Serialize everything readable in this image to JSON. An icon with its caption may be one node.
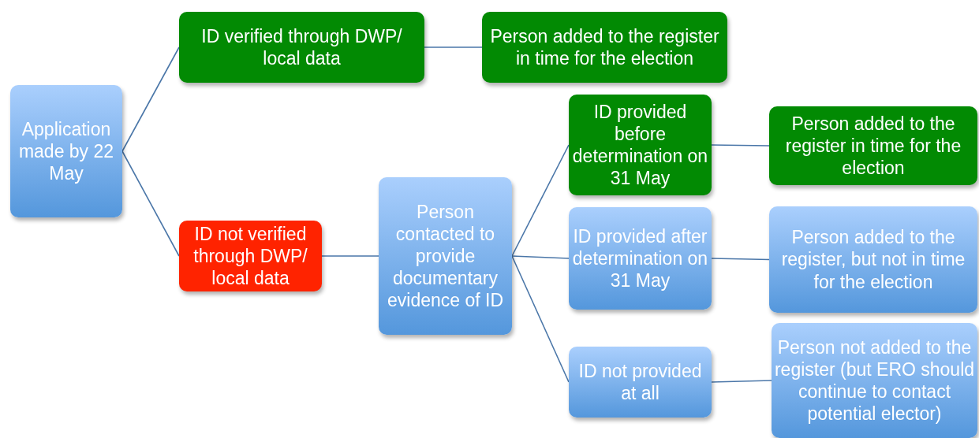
{
  "diagram": {
    "nodes": [
      {
        "text": [
          "Application made by 22 May"
        ]
      },
      {
        "text": [
          "ID verified through DWP/ local data"
        ]
      },
      {
        "text": [
          "Person added to the register in time for the election"
        ]
      },
      {
        "text": [
          "ID not verified through DWP/ local data"
        ]
      },
      {
        "text": [
          "Person contacted to provide documentary evidence of ID"
        ]
      },
      {
        "text": [
          "ID provided before determination on 31 May"
        ]
      },
      {
        "text": [
          "Person added to the register in time for the election"
        ]
      },
      {
        "text": [
          "ID provided after determination on 31 May"
        ]
      },
      {
        "text": [
          "Person added to the register, but not in time for the election"
        ]
      },
      {
        "text": [
          "ID not provided at all"
        ]
      },
      {
        "text": [
          "Person not added to the register (but ERO should continue to contact potential elector)"
        ]
      }
    ],
    "edges": [
      {
        "from": 0,
        "to": 1,
        "arrow": "none"
      },
      {
        "from": 0,
        "to": 3,
        "arrow": "none"
      },
      {
        "from": 1,
        "to": 2,
        "arrow": "none"
      },
      {
        "from": 3,
        "to": 4,
        "arrow": "none"
      },
      {
        "from": 4,
        "to": 5,
        "arrow": "none"
      },
      {
        "from": 4,
        "to": 7,
        "arrow": "none"
      },
      {
        "from": 4,
        "to": 9,
        "arrow": "none"
      },
      {
        "from": 5,
        "to": 6,
        "arrow": "none"
      },
      {
        "from": 7,
        "to": 8,
        "arrow": "none"
      },
      {
        "from": 9,
        "to": 10,
        "arrow": "none"
      }
    ]
  }
}
